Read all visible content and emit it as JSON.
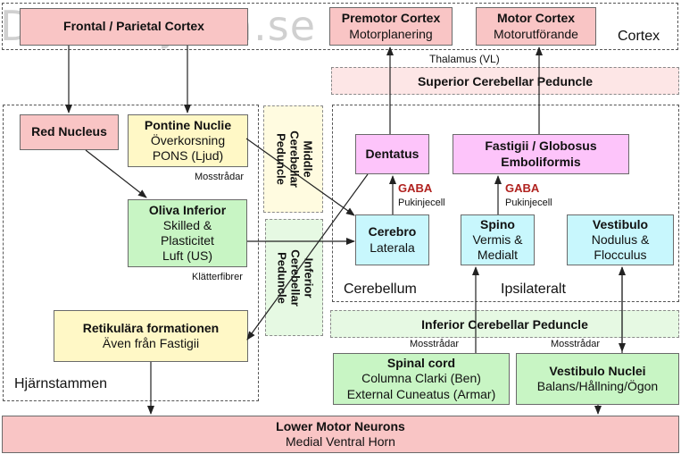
{
  "watermark": "Danielajaha.se",
  "regions": {
    "cortex": "Cortex",
    "brainstem": "Hjärnstammen",
    "cerebellum": "Cerebellum",
    "ipsilateral": "Ipsilateralt"
  },
  "boxes": {
    "frontal": {
      "title": "Frontal / Parietal Cortex"
    },
    "premotor": {
      "title": "Premotor Cortex",
      "sub": "Motorplanering"
    },
    "motor": {
      "title": "Motor Cortex",
      "sub": "Motorutförande"
    },
    "red_nucleus": {
      "title": "Red Nucleus"
    },
    "pontine": {
      "title": "Pontine Nuclie",
      "sub1": "Överkorsning",
      "sub2": "PONS (Ljud)"
    },
    "oliva": {
      "title": "Oliva Inferior",
      "sub1": "Skilled &",
      "sub2": "Plasticitet",
      "sub3": "Luft (US)"
    },
    "retikular": {
      "title": "Retikulära formationen",
      "sub": "Även från Fastigii"
    },
    "dentatus": {
      "title": "Dentatus"
    },
    "fastigii": {
      "title": "Fastigii / Globosus",
      "title2": "Emboliformis"
    },
    "cerebro": {
      "title": "Cerebro",
      "sub": "Laterala"
    },
    "spino": {
      "title": "Spino",
      "sub1": "Vermis &",
      "sub2": "Medialt"
    },
    "vestibulo": {
      "title": "Vestibulo",
      "sub1": "Nodulus &",
      "sub2": "Flocculus"
    },
    "spinal": {
      "title": "Spinal cord",
      "sub1": "Columna Clarki (Ben)",
      "sub2": "External Cuneatus (Armar)"
    },
    "vestibulo_nuclei": {
      "title": "Vestibulo Nuclei",
      "sub": "Balans/Hållning/Ögon"
    },
    "lower_motor": {
      "title": "Lower Motor Neurons",
      "sub": "Medial Ventral Horn"
    }
  },
  "bands": {
    "superior": "Superior Cerebellar Peduncle",
    "inferior": "Inferior Cerebellar Peduncle",
    "middle_line1": "Middle",
    "middle_line2": "Cerebellar",
    "middle_line3": "Peduncle",
    "inferior_v_line1": "Inferior",
    "inferior_v_line2": "Cerebellar",
    "inferior_v_line3": "Peduncle"
  },
  "labels": {
    "thalamus": "Thalamus (VL)",
    "mossy1": "Mosstrådar",
    "climbing": "Klätterfibrer",
    "mossy2": "Mosstrådar",
    "mossy3": "Mosstrådar",
    "gaba1": "GABA",
    "purkinje1": "Pukinjecell",
    "gaba2": "GABA",
    "purkinje2": "Pukinjecell"
  },
  "colors": {
    "pink": "#f9c5c5",
    "yellow": "#fff8c6",
    "green": "#c8f5c4",
    "cyan": "#c8f7fd",
    "magenta": "#fdc4fa",
    "gaba_red": "#b0211e"
  }
}
